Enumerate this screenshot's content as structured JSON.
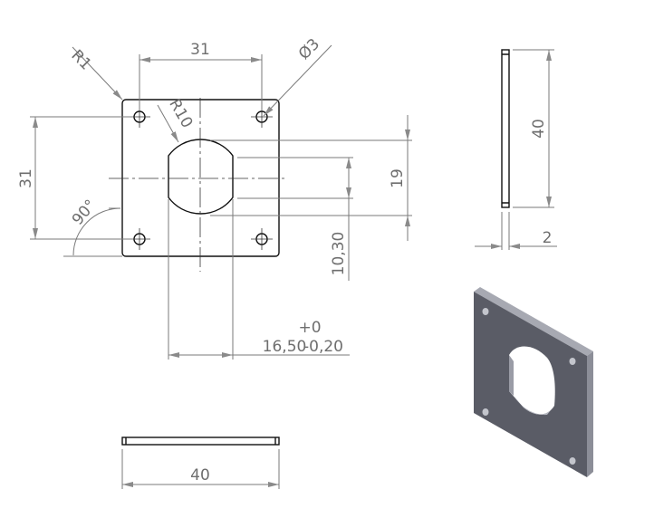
{
  "drawing": {
    "type": "engineering-drawing",
    "views": {
      "front": {
        "dimensions": {
          "hole_spacing_horizontal": "31",
          "hole_spacing_vertical": "31",
          "corner_radius": "R1",
          "hole_diameter": "Ø3",
          "opening_radius": "R10",
          "opening_height": "19",
          "opening_flat_offset": "10,30",
          "opening_width_nominal": "16,50",
          "opening_width_tol_upper": "+0",
          "opening_width_tol_lower": "-0,20",
          "angle": "90°"
        }
      },
      "side": {
        "dimensions": {
          "height": "40",
          "thickness": "2"
        }
      },
      "top": {
        "dimensions": {
          "width": "40"
        }
      },
      "isometric": {
        "color_face": "#5a5c66",
        "color_edge": "#9a9ca6"
      }
    },
    "colors": {
      "geometry": "#111111",
      "dimension": "#7a7a7a",
      "dimension_text": "#6e6e6e"
    }
  }
}
